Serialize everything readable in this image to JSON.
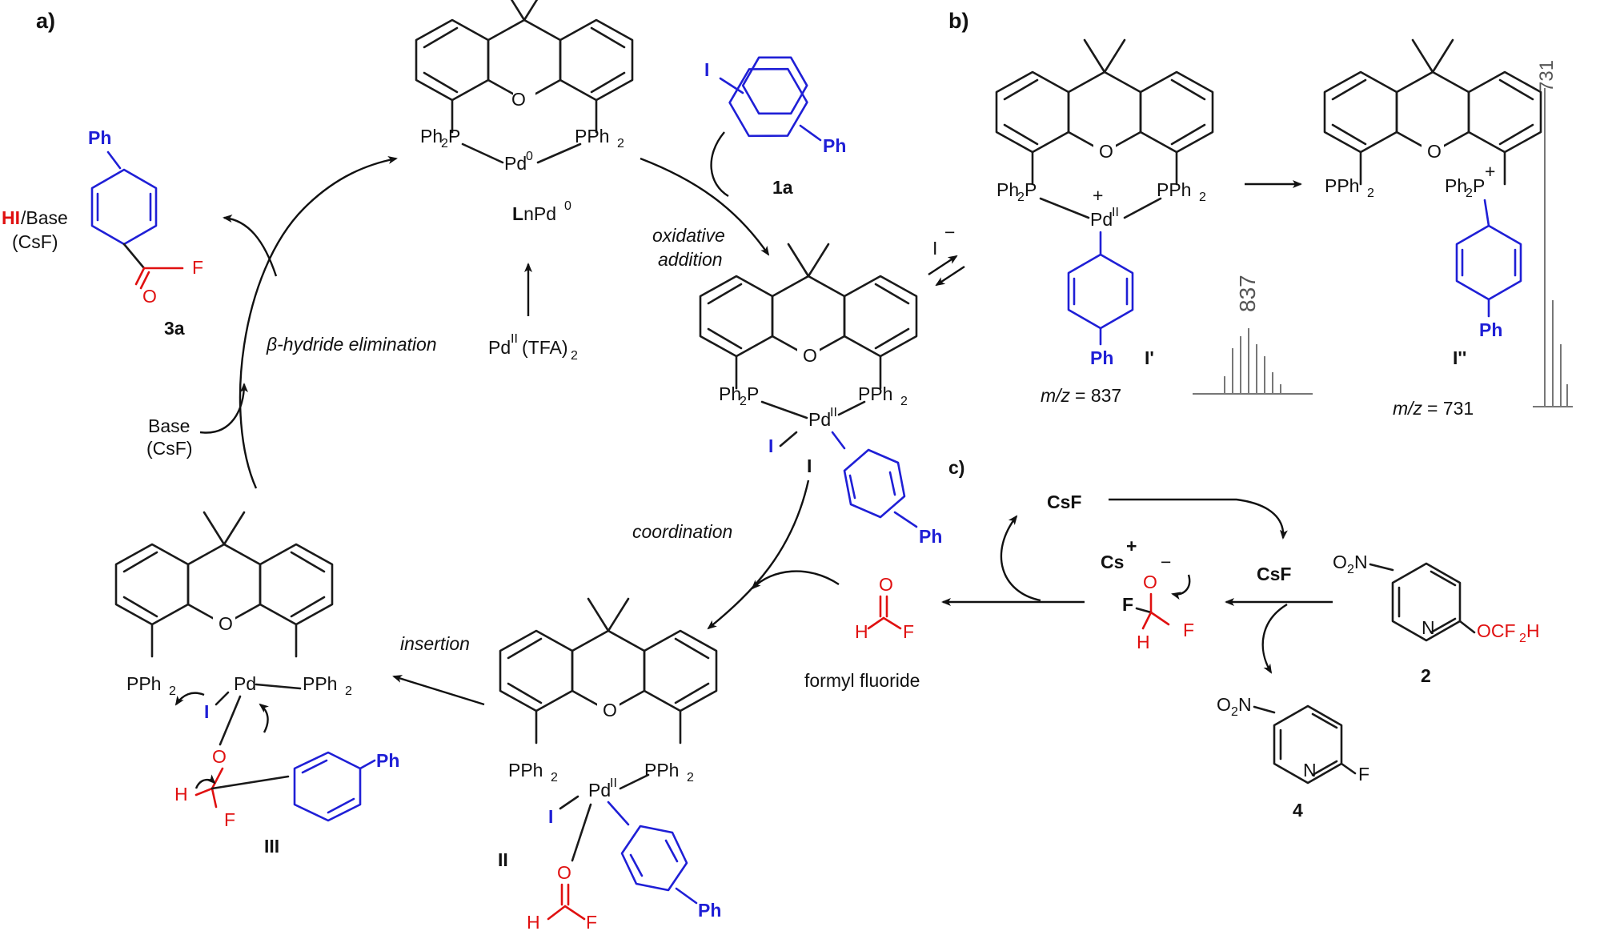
{
  "panels": {
    "a": "a)",
    "b": "b)",
    "c": "c)"
  },
  "species": {
    "ln_pd0": "LnPd",
    "ln_pd0_sup": "0",
    "pd_precursor": "Pd",
    "pd_precursor_sup": "II",
    "pd_precursor_tail": "(TFA)",
    "pd_precursor_sub": "2",
    "sub_1a": "1a",
    "int_I": "I",
    "int_II": "II",
    "int_III": "III",
    "prod_3a": "3a",
    "int_I_prime": "I'",
    "int_I_dprime": "I''",
    "cmp_2": "2",
    "cmp_4": "4"
  },
  "labels": {
    "oxidative_1": "oxidative",
    "oxidative_2": "addition",
    "coordination": "coordination",
    "insertion": "insertion",
    "beta_hydride": "β-hydride elimination",
    "base_1": "Base",
    "base_2": "(CsF)",
    "hi": "HI",
    "hi_base": "/Base",
    "hi_csf": "(CsF)",
    "formyl_fluoride": "formyl fluoride",
    "csf": "CsF",
    "cs": "Cs",
    "mz_837_prefix": "m/z",
    "mz_837_value": " = 837",
    "mz_731_prefix": "m/z",
    "mz_731_value": " = 731",
    "peak_837": "837",
    "peak_731": "731"
  },
  "atoms": {
    "ph": "Ph",
    "ph2": "Ph",
    "pph": "PPh",
    "p": "P",
    "pd": "Pd",
    "o": "O",
    "i": "I",
    "f": "F",
    "h": "H",
    "c": "C",
    "n": "N",
    "two": "2",
    "sup0": "0",
    "supII": "II",
    "plus": "+",
    "minus": "−",
    "no2": "O",
    "no2_tail": "N",
    "ocf": "OCF",
    "hsuffix": "H"
  },
  "colors": {
    "substrate": "#1f1fd6",
    "formyl": "#e01010",
    "ink": "#111111"
  }
}
